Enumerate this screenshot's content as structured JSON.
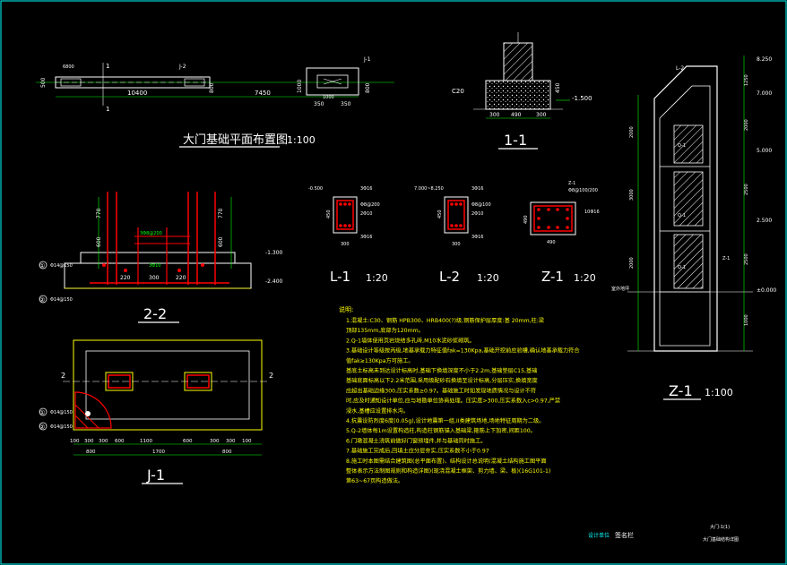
{
  "colors": {
    "background": "#000000",
    "border": "#00ffff",
    "outline": "#ffffff",
    "rebar": "#ff0000",
    "dims": "#00ff00",
    "notes": "#ffff00",
    "hatch": "#ffffff"
  },
  "plan": {
    "title": "大门基础平面布置图",
    "scale": "1:100",
    "section_mark": "1",
    "dims": [
      "10400",
      "7450",
      "350",
      "350",
      "800",
      "1000",
      "800",
      "500"
    ],
    "labels": [
      "6800",
      "J-2",
      "J-1",
      "1000"
    ]
  },
  "sec11": {
    "title": "1-1",
    "concrete": "C20",
    "level": "-1.500",
    "dims": [
      "300",
      "490",
      "300"
    ],
    "side": "450"
  },
  "sec22": {
    "title": "2-2",
    "levels": [
      "-1.300",
      "-2.400"
    ],
    "tags": [
      "①",
      "②"
    ],
    "tag_text": [
      "Φ14@150",
      "Φ14@150"
    ],
    "dims": [
      "770",
      "600",
      "220",
      "220",
      "300"
    ],
    "rebar": [
      "3Φ8@200",
      "3Φ10"
    ]
  },
  "L1": {
    "title": "L-1",
    "scale": "1:20",
    "dims": [
      "300"
    ],
    "rebar": [
      "3Φ16",
      "3Φ16",
      "Φ8@200",
      "2Φ10"
    ],
    "level": "-0.500",
    "height": "450"
  },
  "L2": {
    "title": "L-2",
    "scale": "1:20",
    "dims": [
      "300"
    ],
    "rebar": [
      "3Φ16",
      "3Φ16",
      "Φ8@100",
      "2Φ10"
    ],
    "level": "7.000~8.250",
    "height": "450"
  },
  "Z1s": {
    "title": "Z-1",
    "scale": "1:20",
    "dims": [
      "490",
      "490"
    ],
    "rebar": [
      "Z-1",
      "Φ8@100/200",
      "10Φ16"
    ]
  },
  "J1": {
    "title": "J-1",
    "tags": [
      "①",
      "②"
    ],
    "tag_text": [
      "Φ14@150",
      "Φ14@150"
    ],
    "dims_top": [
      "100",
      "300",
      "300",
      "600",
      "1100",
      "600",
      "300",
      "300",
      "100"
    ],
    "dims_bot": [
      "800",
      "1700",
      "800"
    ],
    "mark": "2"
  },
  "Z1": {
    "title": "Z-1",
    "scale": "1:100",
    "top_tag": "L-2",
    "levels": [
      "8.250",
      "7.000",
      "5.000",
      "2.500",
      "±0.000"
    ],
    "dims": [
      "1250",
      "2000",
      "2500",
      "2500",
      "1000"
    ],
    "left_dims": [
      "2000",
      "3000",
      "2000"
    ],
    "marks": [
      "Q-1",
      "Q-1",
      "Q-1",
      "Z-1"
    ],
    "ground": "室外地坪"
  },
  "notes": {
    "heading": "说明:",
    "items": [
      "1.混凝土:C30、钢筋 HPB300、HRB400(?)级,钢筋保护层厚度:基 20mm,柱:梁",
      "  顶部135mm,底部为120mm。",
      "2.Q-1墙体使用页岩烧结多孔砖,M10水泥砂浆砌筑。",
      "3.基础设计等级按丙级,地基承载力特征值fak=130Kpa,基础开挖前应验槽,确认地基承载力符合",
      "  值fak≥130Kpa方可施工。",
      "  基底土标高未到达设计标高时,基础下换填深度不小于2.2m,基础垫层C15,基础",
      "  基础底面标高以下2.2米范围,采用级配砂石换填至设计标高,分层压实,换填宽度",
      "  应超出基础边缘300,压实系数≥0.97。基础施工时如发现地质情况与设计不符",
      "  时,应及时通知设计单位,应与地勘单位协商处理。压实度>300,压实系数入c>0.97,严禁",
      "  浸水,基槽应设置排水沟。",
      "4.抗震设防烈度6度(0.05g),设计地震第一组,II类建筑场地,场地特征周期为二级。",
      "5.Q-2墙体每1m设置构造柱,构造柱钢筋锚入基础梁,箍筋上下加密,间距100。",
      "6.门墩混凝土浇筑前做好门窗预埋件,并与基础同时施工。",
      "7.基础施工完成后,回填土应分层夯实,压实系数不小于0.97",
      "8.施工时本图需结合建筑图(总平面布置)、结构设计总说明(混凝土结构施工图平面",
      "  整体表示方法制图规则和构造详图)(现浇混凝土框架、剪力墙、梁、板)(16G101-1)",
      "  第63~67页构造做法。"
    ]
  },
  "title_block": {
    "left": "设计单位",
    "sig": "签名栏",
    "code": "大门-1(1)",
    "drawing": "大门基础结构详图"
  }
}
